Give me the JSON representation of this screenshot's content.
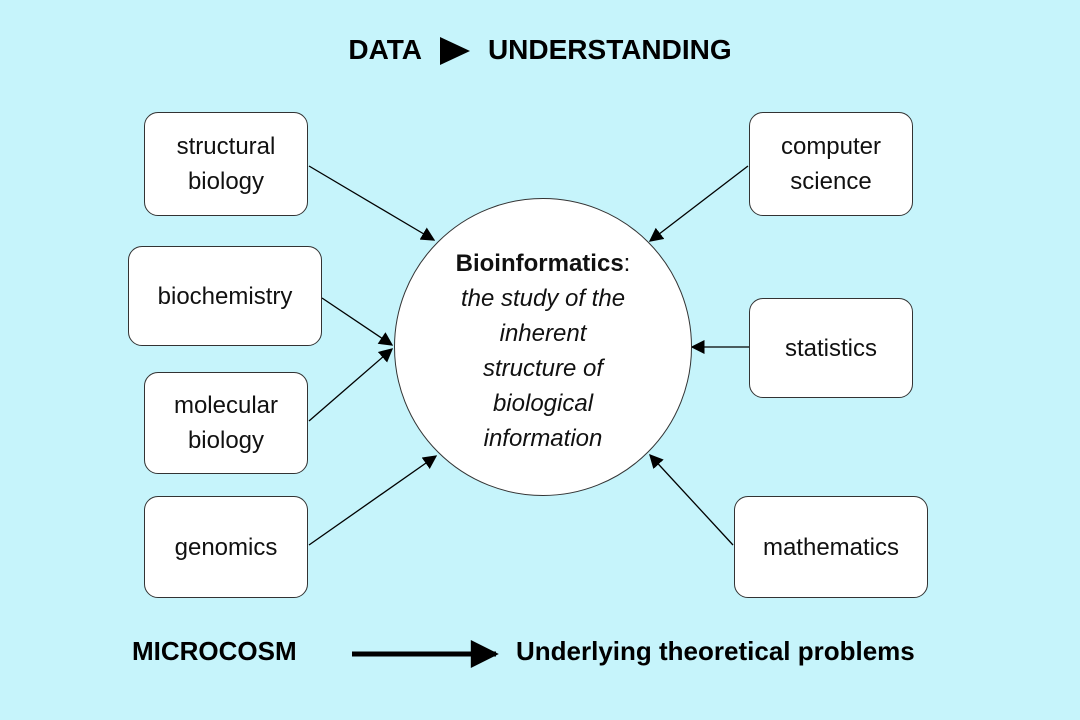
{
  "title": {
    "left": "DATA",
    "right": "UNDERSTANDING"
  },
  "center": {
    "heading": "Bioinformatics",
    "colon": ":",
    "definition": "the study of the\ninherent\nstructure of\nbiological\ninformation"
  },
  "left_fields": {
    "structural": "structural\nbiology",
    "biochemistry": "biochemistry",
    "molecular": "molecular\nbiology",
    "genomics": "genomics"
  },
  "right_fields": {
    "computer": "computer\nscience",
    "statistics": "statistics",
    "mathematics": "mathematics"
  },
  "footer": {
    "left": "MICROCOSM",
    "right": "Underlying theoretical problems"
  }
}
